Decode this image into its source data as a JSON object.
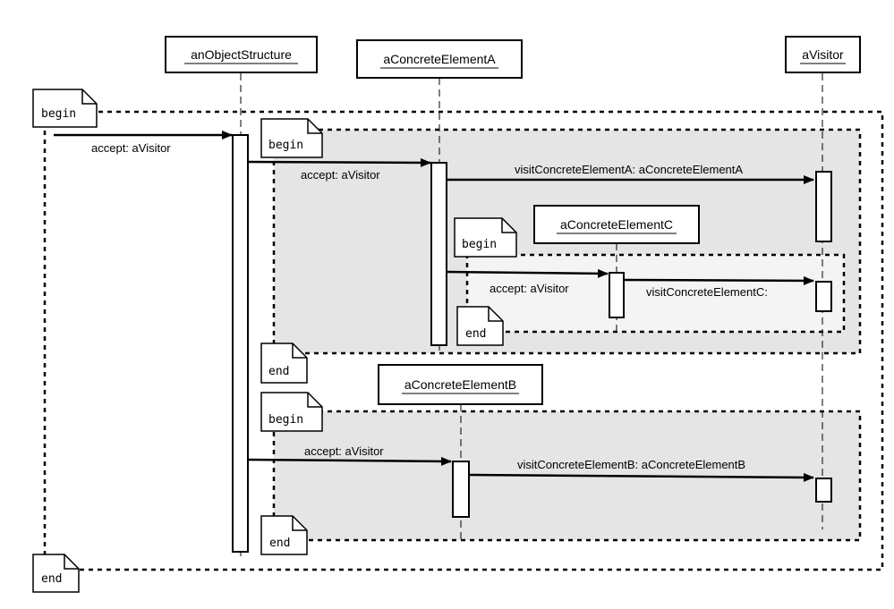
{
  "colors": {
    "frame_fill_shade": "#e5e5e5",
    "inner_frame_fill": "#f4f4f4",
    "line": "#000000",
    "background": "#ffffff"
  },
  "objects": {
    "structure": "anObjectStructure",
    "element_a": "aConcreteElementA",
    "visitor": "aVisitor",
    "element_c": "aConcreteElementC",
    "element_b": "aConcreteElementB"
  },
  "notes": {
    "begin": "begin",
    "end": "end"
  },
  "messages": {
    "m1": "accept: aVisitor",
    "m2": "accept: aVisitor",
    "m3": "visitConcreteElementA: aConcreteElementA",
    "m4": "accept: aVisitor",
    "m5": "visitConcreteElementC:",
    "m6": "accept: aVisitor",
    "m7": "visitConcreteElementB: aConcreteElementB"
  }
}
